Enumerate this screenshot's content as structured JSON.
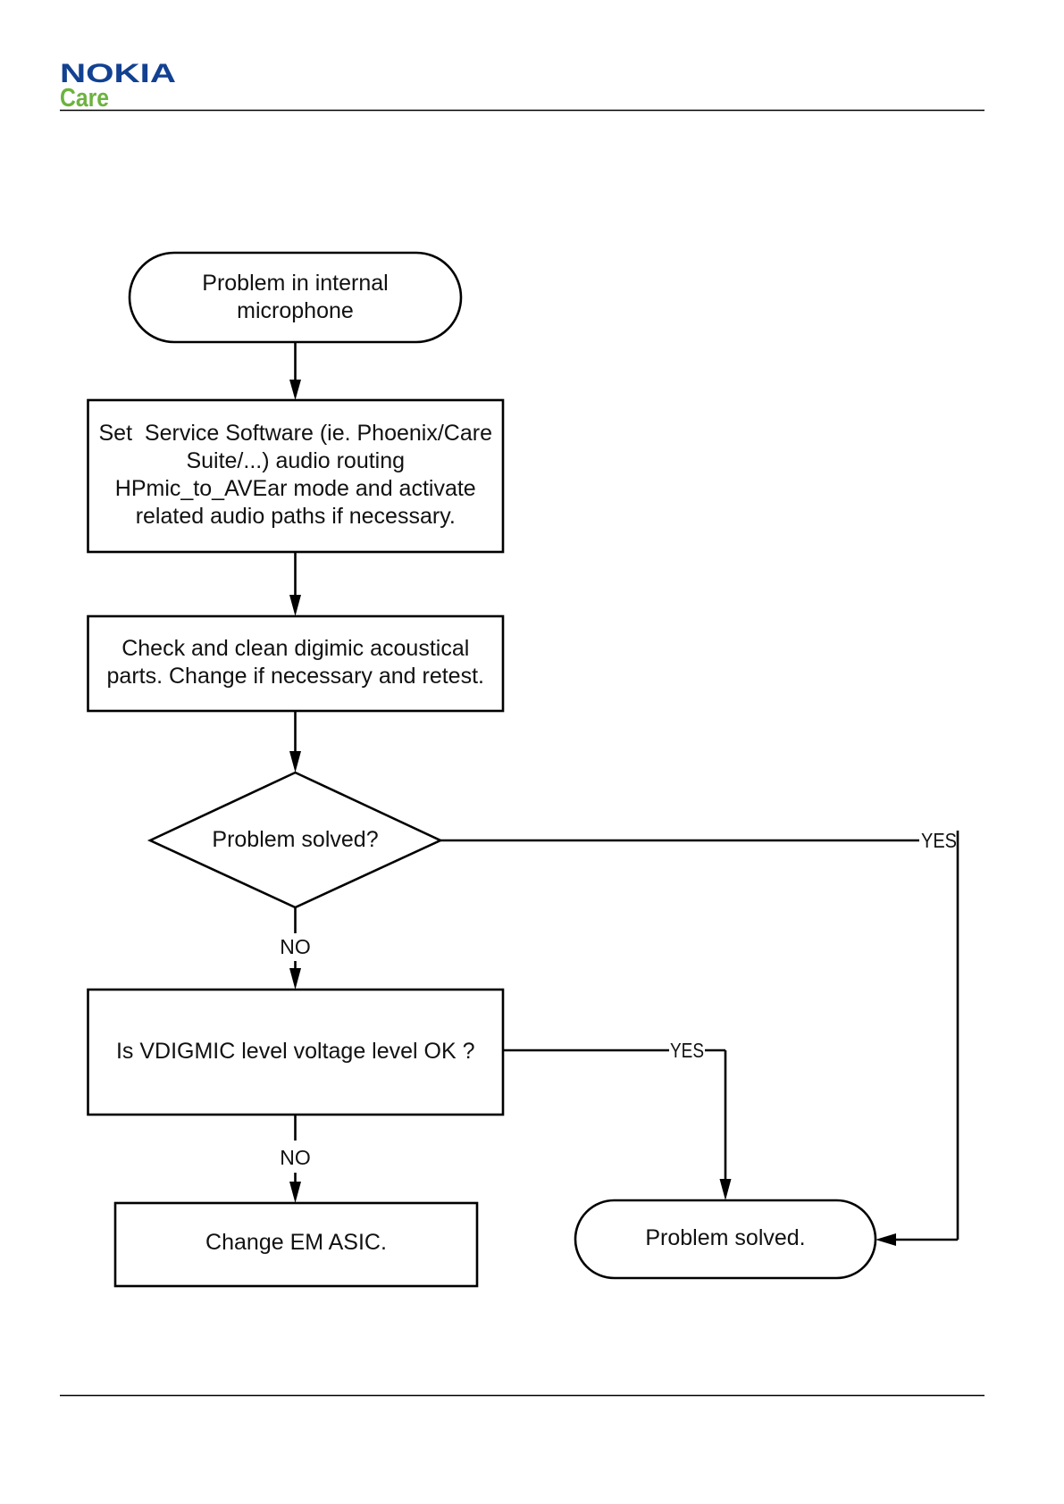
{
  "header": {
    "logo": {
      "brand": "NOKIA",
      "sub": "Care"
    },
    "colors": {
      "brand": "#124191",
      "sub": "#6cb33f"
    }
  },
  "flowchart": {
    "start": {
      "lines": [
        "Problem in internal",
        "microphone"
      ]
    },
    "set_audio_routing": {
      "lines": [
        "Set  Service Software (ie. Phoenix/Care",
        "Suite/...) audio routing",
        "HPmic_to_AVEar mode and activate",
        "related audio paths if necessary."
      ]
    },
    "check_and_clean": {
      "lines": [
        "Check and clean digimic acoustical",
        "parts. Change if necessary and retest."
      ]
    },
    "problem_solved_decision": {
      "lines": [
        "Problem solved?"
      ]
    },
    "vdigmic_check": {
      "lines": [
        "Is VDIGMIC level voltage level OK ?"
      ]
    },
    "change_asic": {
      "lines": [
        "Change EM ASIC."
      ]
    },
    "end": {
      "lines": [
        "Problem solved."
      ]
    },
    "edge_labels": {
      "decision_yes": "YES",
      "decision_no": "NO",
      "vdigmic_yes": "YES",
      "vdigmic_no": "NO"
    }
  }
}
